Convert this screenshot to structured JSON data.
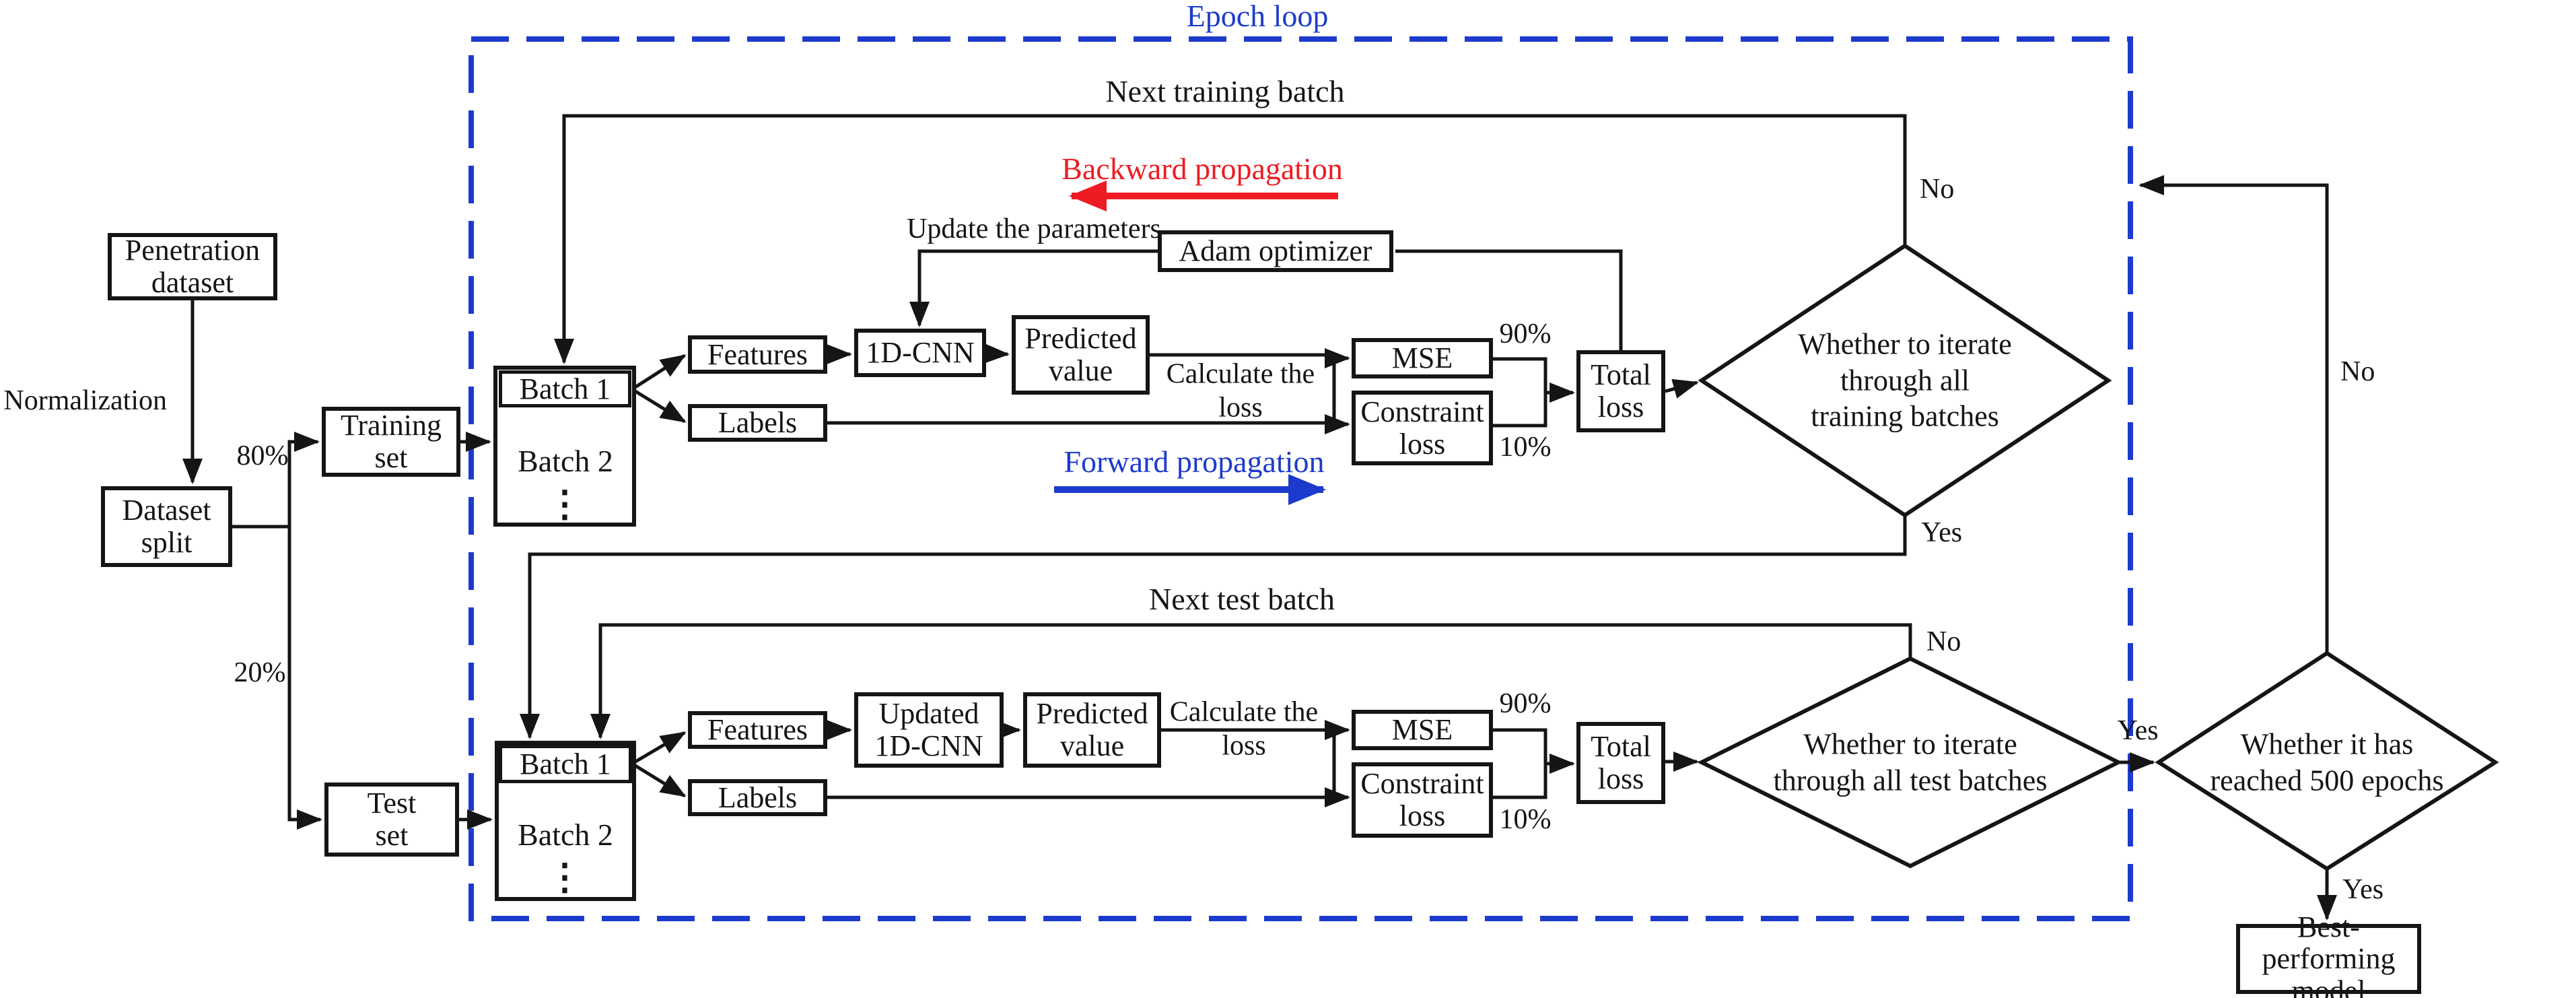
{
  "colors": {
    "loop_blue": "#1c3bcd",
    "backward_red": "#ee1c22",
    "line_black": "#151515"
  },
  "epoch_loop": {
    "label": "Epoch loop"
  },
  "flow": {
    "penetration": "Penetration\ndataset",
    "normalization": "Normalization",
    "dataset_split": "Dataset\nsplit",
    "split_train_pct": "80%",
    "split_test_pct": "20%",
    "training_set": "Training\nset",
    "test_set": "Test\nset",
    "batch1": "Batch 1",
    "batch2": "Batch 2",
    "more_batches": "⋮",
    "next_training_batch": "Next training batch",
    "next_test_batch": "Next test batch",
    "backward_propagation": "Backward propagation",
    "forward_propagation": "Forward propagation",
    "update_parameters": "Update the parameters",
    "adam_optimizer": "Adam optimizer",
    "features": "Features",
    "labels": "Labels",
    "cnn": "1D-CNN",
    "updated_cnn": "Updated\n1D-CNN",
    "predicted_value": "Predicted\nvalue",
    "calculate_loss": "Calculate the\nloss",
    "mse": "MSE",
    "constraint_loss": "Constraint\nloss",
    "total_loss": "Total\nloss",
    "mse_weight": "90%",
    "constraint_weight": "10%",
    "decision_train": "Whether to iterate\nthrough all\ntraining batches",
    "decision_test": "Whether to iterate\nthrough all test batches",
    "decision_epochs": "Whether it has\nreached 500 epochs",
    "best_model": "Best-performing\nmodel",
    "yes": "Yes",
    "no": "No"
  }
}
